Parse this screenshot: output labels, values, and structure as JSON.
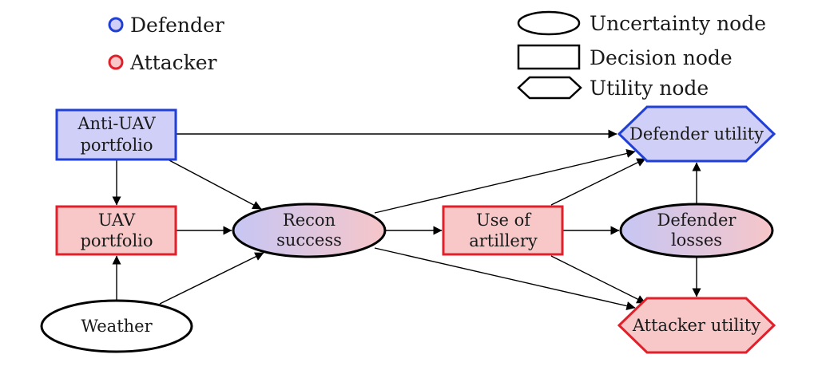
{
  "legend": {
    "defender": "Defender",
    "attacker": "Attacker",
    "uncertainty": "Uncertainty node",
    "decision": "Decision node",
    "utility": "Utility node"
  },
  "nodes": {
    "anti_uav": {
      "line1": "Anti-UAV",
      "line2": "portfolio",
      "kind": "decision",
      "side": "defender"
    },
    "uav": {
      "line1": "UAV",
      "line2": "portfolio",
      "kind": "decision",
      "side": "attacker"
    },
    "weather": {
      "line1": "Weather",
      "kind": "uncertainty",
      "side": "neutral"
    },
    "recon": {
      "line1": "Recon",
      "line2": "success",
      "kind": "uncertainty",
      "side": "shared"
    },
    "artillery": {
      "line1": "Use of",
      "line2": "artillery",
      "kind": "decision",
      "side": "attacker"
    },
    "defender_losses": {
      "line1": "Defender",
      "line2": "losses",
      "kind": "uncertainty",
      "side": "shared"
    },
    "defender_utility": {
      "line1": "Defender utility",
      "kind": "utility",
      "side": "defender"
    },
    "attacker_utility": {
      "line1": "Attacker utility",
      "kind": "utility",
      "side": "attacker"
    }
  },
  "colors": {
    "defender_stroke": "#1f3fd6",
    "defender_fill": "#cfcff7",
    "attacker_stroke": "#e0202a",
    "attacker_fill": "#f8c8c8",
    "neutral_stroke": "#000000",
    "arrow": "#000000"
  }
}
